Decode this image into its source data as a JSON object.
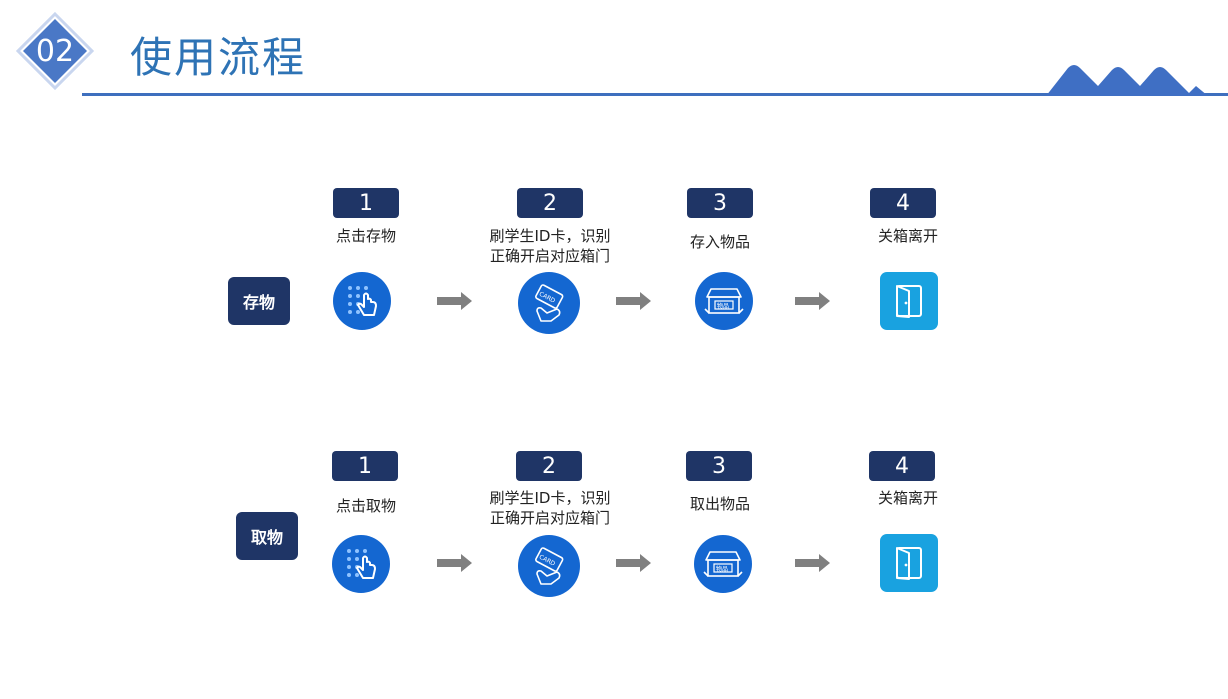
{
  "header": {
    "section_number": "02",
    "title": "使用流程"
  },
  "rows": [
    {
      "label": "存物",
      "steps": [
        {
          "num": "1",
          "text": "点击存物",
          "icon": "keypad-touch-icon"
        },
        {
          "num": "2",
          "text_line1": "刷学生ID卡，识别",
          "text_line2": "正确开启对应箱门",
          "icon": "card-swipe-icon"
        },
        {
          "num": "3",
          "text": "存入物品",
          "icon": "locker-box-icon"
        },
        {
          "num": "4",
          "text": "关箱离开",
          "icon": "door-icon"
        }
      ]
    },
    {
      "label": "取物",
      "steps": [
        {
          "num": "1",
          "text": "点击取物",
          "icon": "keypad-touch-icon"
        },
        {
          "num": "2",
          "text_line1": "刷学生ID卡，识别",
          "text_line2": "正确开启对应箱门",
          "icon": "card-swipe-icon"
        },
        {
          "num": "3",
          "text": "取出物品",
          "icon": "locker-box-icon"
        },
        {
          "num": "4",
          "text": "关箱离开",
          "icon": "door-icon"
        }
      ]
    }
  ],
  "icon_text": {
    "card": "CARD",
    "box": "物品"
  },
  "colors": {
    "primary_blue": "#1467d1",
    "navy": "#1f3566",
    "door_blue": "#19a2e0",
    "title_blue": "#2e73b5",
    "arrow_gray": "#808080"
  }
}
